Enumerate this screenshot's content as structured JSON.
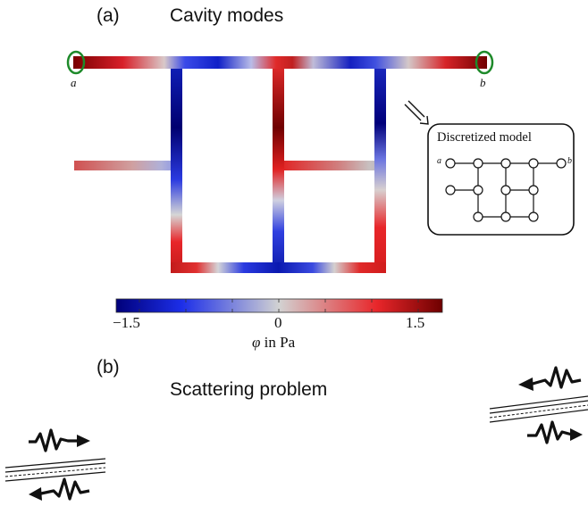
{
  "panel_a": {
    "letter": "(a)",
    "title": "Cavity modes",
    "port_a": "a",
    "port_b": "b",
    "inset_title": "Discretized model",
    "inset_port_a": "a",
    "inset_port_b": "b"
  },
  "colorbar": {
    "min_label": "−1.5",
    "mid_label": "0",
    "max_label": "1.5",
    "quantity": "φ",
    "unit_text": "in Pa",
    "colors": {
      "neg": "#00007a",
      "blue": "#1c2ee8",
      "zero": "#cfcfcf",
      "red": "#e8262a",
      "pos": "#6e0000"
    }
  },
  "panel_b": {
    "letter": "(b)",
    "title": "Scattering problem"
  }
}
